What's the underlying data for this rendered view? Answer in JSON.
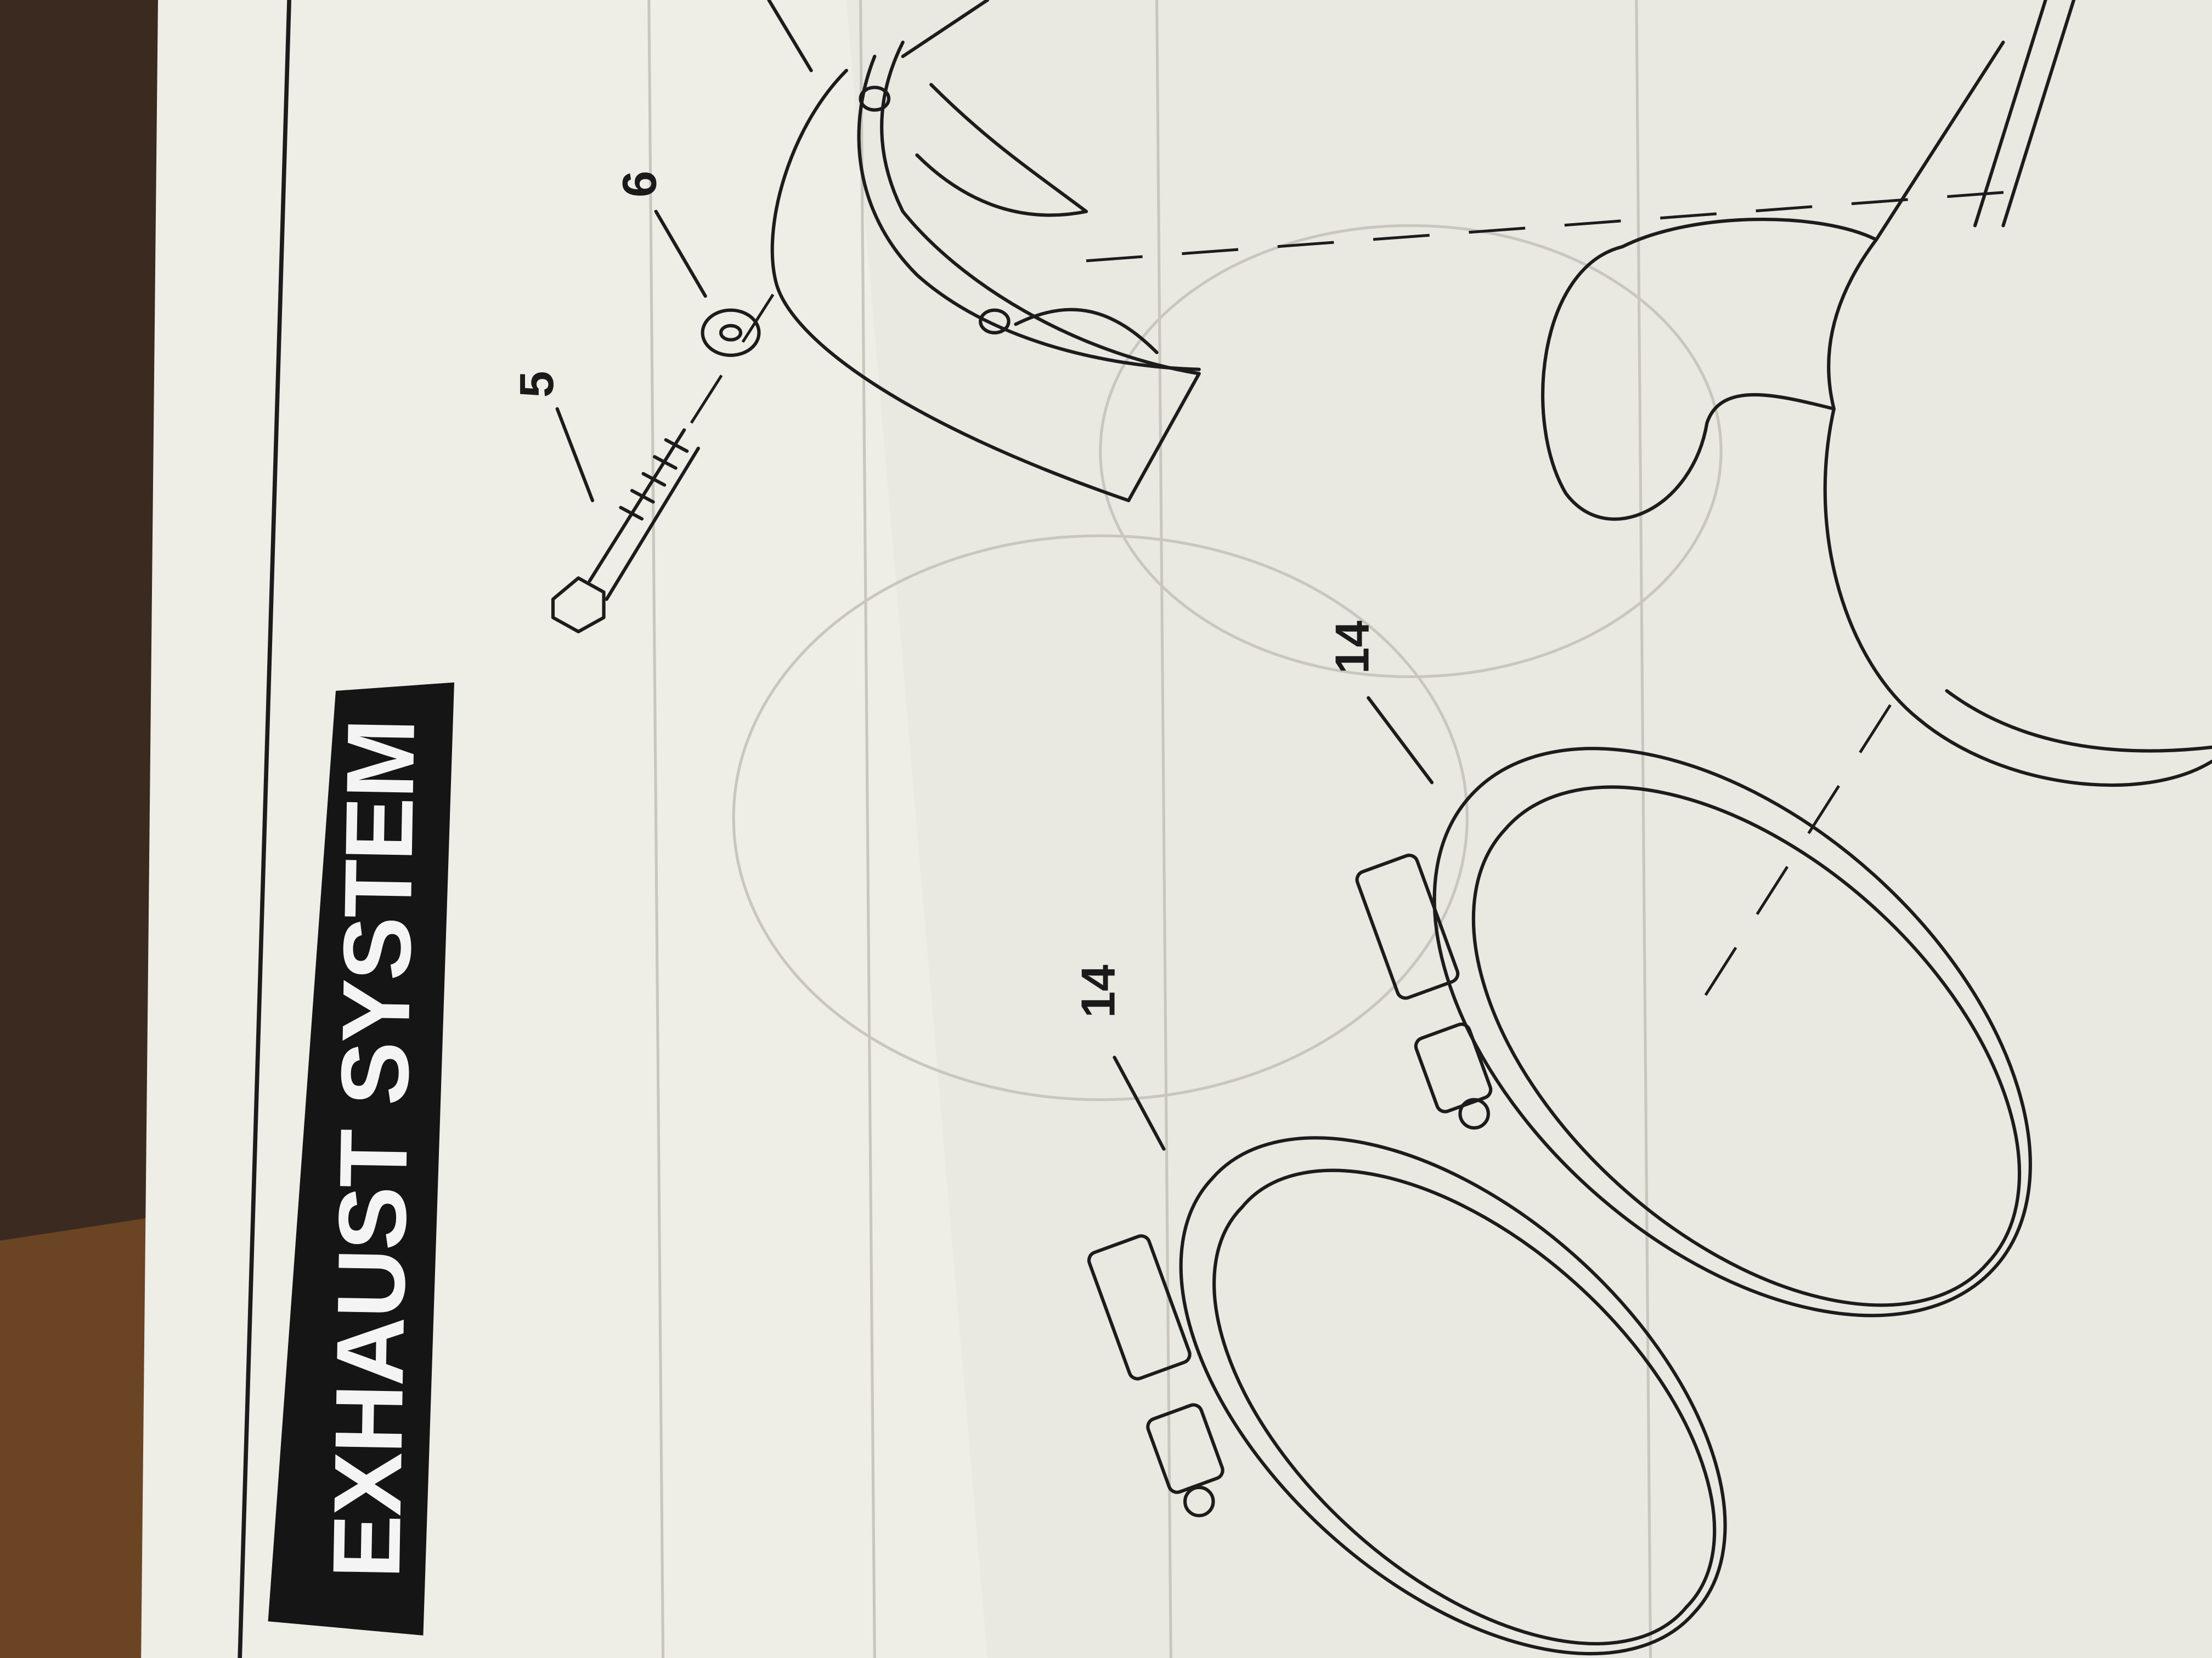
{
  "page": {
    "section_title": "EXHAUST SYSTEM",
    "callouts": [
      "5",
      "6",
      "14",
      "14"
    ]
  },
  "colors": {
    "paper": "#eeede6",
    "ink": "#1c1c1c",
    "title_band": "#151515",
    "background": "#3b2a20"
  }
}
